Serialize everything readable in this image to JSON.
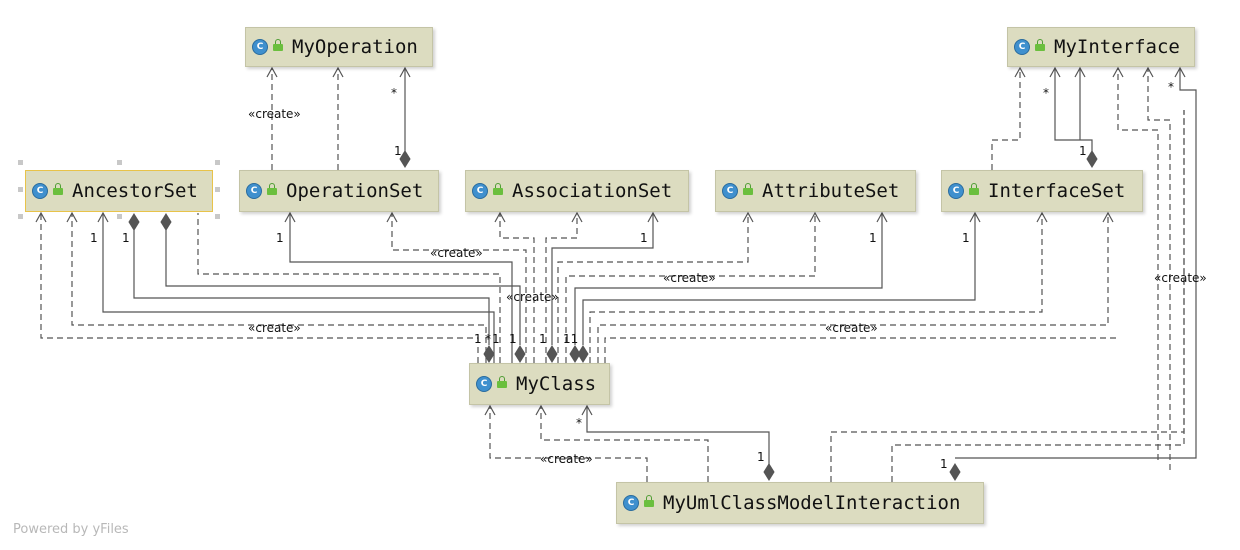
{
  "classes": {
    "my_operation": "MyOperation",
    "my_interface": "MyInterface",
    "ancestor_set": "AncestorSet",
    "operation_set": "OperationSet",
    "association_set": "AssociationSet",
    "attribute_set": "AttributeSet",
    "interface_set": "InterfaceSet",
    "my_class": "MyClass",
    "my_uml_class_model_interaction": "MyUmlClassModelInteraction"
  },
  "class_icon_letter": "C",
  "stereotypes": {
    "create": "«create»"
  },
  "multiplicity": {
    "one": "1",
    "many": "*",
    "one_one": "11"
  },
  "watermark": "Powered by yFiles"
}
